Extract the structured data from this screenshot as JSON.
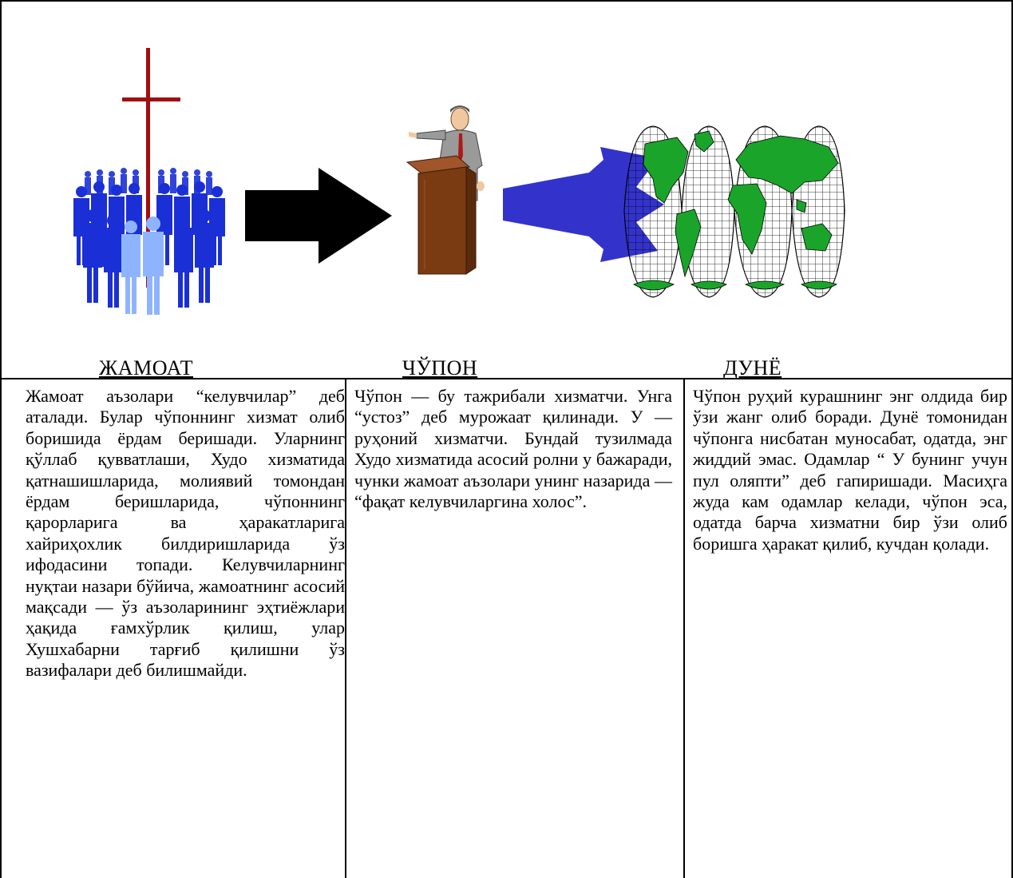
{
  "columns": [
    {
      "heading": "ЖАМОАТ",
      "text": "Жамоат аъзолари “келувчилар” деб аталади. Булар чўпоннинг хизмат олиб боришида ёрдам беришади. Уларнинг қўллаб қувватлаши, Худо хизматида қатнашишларида, молиявий томондан ёрдам беришларида, чўпоннинг қарорларига ва ҳаракатларига хайриҳохлик билдиришларида ўз ифодасини топади. Келувчиларнинг нуқтаи назари бўйича, жамоатнинг асосий мақсади — ўз аъзоларининг эҳтиёжлари ҳақида ғамхўрлик қилиш, улар Хушхабарни тарғиб қилишни ўз вазифалари деб билишмайди."
    },
    {
      "heading": "ЧЎПОН",
      "text": "Чўпон — бу тажрибали хизматчи. Унга “устоз” деб мурожаат қилинади. У — руҳоний хизматчи. Бундай тузилмада Худо хизматида асосий ролни у бажаради, чунки жамоат аъзолари унинг назарида — “фақат келувчиларгина холос”."
    },
    {
      "heading": "ДУНЁ",
      "text": "Чўпон руҳий курашнинг энг олдида бир ўзи жанг олиб боради. Дунё томонидан чўпонга нисбатан муносабат, одатда, энг жиддий эмас. Одамлар “ У бунинг учун пул оляпти” деб гапиришади. Масиҳга жуда кам одамлар келади, чўпон эса, одатда барча хизматни бир ўзи олиб боришга ҳаракат қилиб, кучдан қолади."
    }
  ],
  "colors": {
    "cross": "#a01010",
    "people": "#1a2fd6",
    "people_light": "#8fb4ff",
    "arrow": "#000000",
    "fan_arrows": "#3333cc",
    "pulpit": "#7a3b12",
    "globe_land": "#1aa52a",
    "globe_water": "#ffffff"
  },
  "icons": [
    "cross-icon",
    "congregation-icon",
    "right-arrow-icon",
    "preacher-icon",
    "fan-arrows-icon",
    "world-map-icon"
  ]
}
